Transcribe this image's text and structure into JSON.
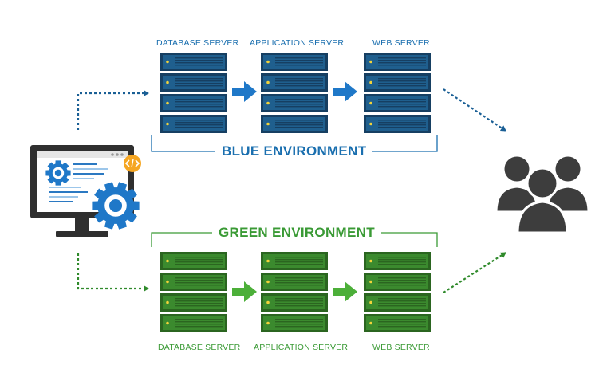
{
  "blue_environment": {
    "title": "BLUE ENVIRONMENT",
    "color": "#1a6faf",
    "server_fill": "#1f5f8e",
    "server_dark": "#163f62",
    "servers": [
      {
        "label": "DATABASE SERVER"
      },
      {
        "label": "APPLICATION SERVER"
      },
      {
        "label": "WEB SERVER"
      }
    ]
  },
  "green_environment": {
    "title": "GREEN ENVIRONMENT",
    "color": "#3a9a35",
    "server_fill": "#3b8a2e",
    "server_dark": "#2b6520",
    "servers": [
      {
        "label": "DATABASE SERVER"
      },
      {
        "label": "APPLICATION SERVER"
      },
      {
        "label": "WEB SERVER"
      }
    ]
  },
  "developer_workstation": {
    "icon": "monitor-with-gears-icon",
    "badge_icon": "code-icon",
    "badge_color": "#f5a623"
  },
  "users": {
    "icon": "users-group-icon",
    "color": "#3d3d3d"
  }
}
